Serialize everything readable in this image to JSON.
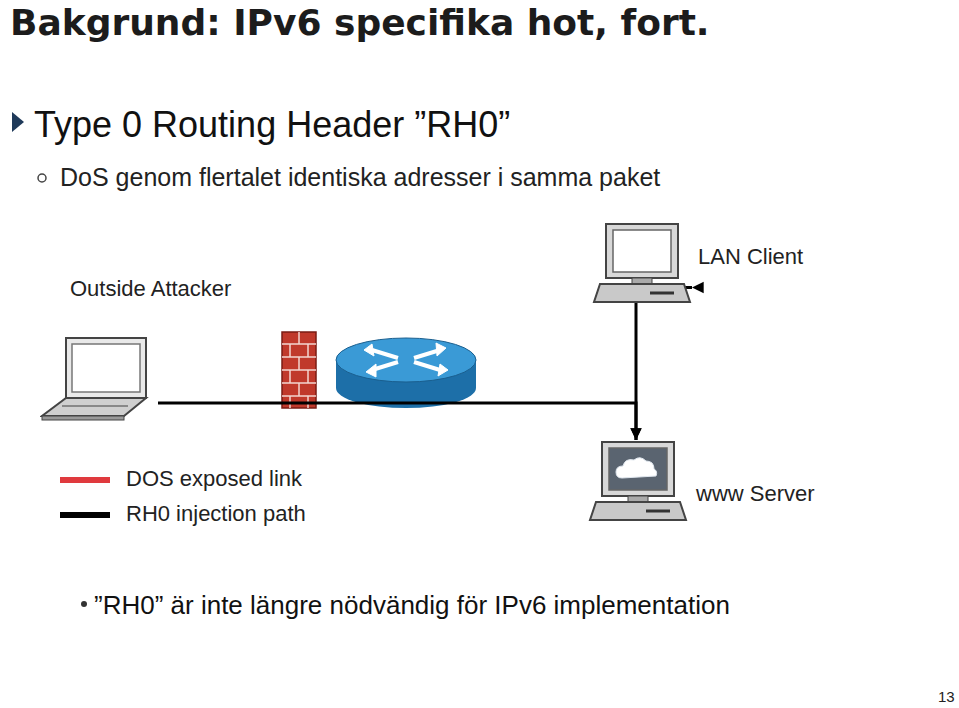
{
  "diagram": {
    "title": "Bakgrund: IPv6 specifika hot, fort.",
    "nodes": [
      {
        "text": [
          "Outside Attacker"
        ]
      },
      {
        "text": [
          "LAN Client"
        ]
      },
      {
        "text": [
          "www Server"
        ]
      }
    ],
    "edges": [
      {
        "from": 0,
        "to": 2,
        "arrow": "to"
      },
      {
        "from": 1,
        "to": 2,
        "arrow": "both"
      }
    ],
    "labels": [
      "Type 0 Routing Header ”RH0”",
      "DoS genom flertalet identiska adresser i samma paket",
      "”RH0” är inte längre nödvändig för IPv6 implementation",
      "13"
    ],
    "legend": [
      {
        "text": "DOS exposed link",
        "color": "#e03a3e"
      },
      {
        "text": "RH0 injection path",
        "color": "#000000"
      }
    ]
  }
}
